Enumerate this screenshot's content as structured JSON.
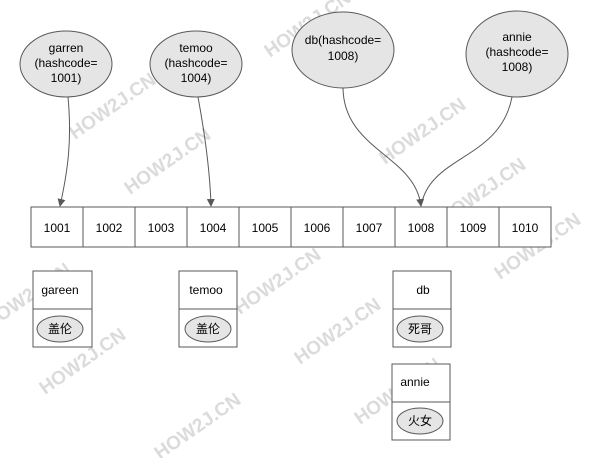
{
  "callouts": [
    {
      "lines": [
        "garren",
        "(hashcode=",
        "1001)"
      ],
      "target": "1001"
    },
    {
      "lines": [
        "temoo",
        "(hashcode=",
        "1004)"
      ],
      "target": "1004"
    },
    {
      "lines": [
        "db(hashcode=",
        "1008)"
      ],
      "target": "1008"
    },
    {
      "lines": [
        "annie",
        "(hashcode=",
        "1008)"
      ],
      "target": "1008"
    }
  ],
  "slots": [
    "1001",
    "1002",
    "1003",
    "1004",
    "1005",
    "1006",
    "1007",
    "1008",
    "1009",
    "1010"
  ],
  "entries": [
    {
      "key": "gareen",
      "value": "盖伦"
    },
    {
      "key": "temoo",
      "value": "盖伦"
    },
    {
      "key": "db",
      "value": "死哥"
    },
    {
      "key": "annie",
      "value": "火女"
    }
  ],
  "watermark": "HOW2J.CN",
  "colors": {
    "ellipse_fill": "#e5e5e5",
    "stroke": "#595959",
    "watermark": "#cfcfcf"
  }
}
